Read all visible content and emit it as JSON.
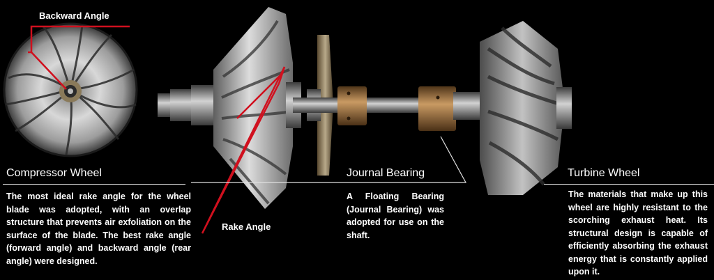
{
  "colors": {
    "background": "#000000",
    "callout_red": "#d0101e",
    "text": "#ffffff",
    "metal_light": "#c9c9c9",
    "metal_dark": "#4a4a4a",
    "bronze": "#9a6a3a"
  },
  "callouts": {
    "backward_angle": "Backward Angle",
    "rake_angle": "Rake Angle"
  },
  "sections": {
    "compressor": {
      "title": "Compressor Wheel",
      "body": "The most ideal rake angle for the wheel blade was adopted, with an overlap structure that prevents air exfoliation on the surface of the blade.  The best rake angle (forward angle) and backward angle (rear angle) were designed."
    },
    "journal": {
      "title": "Journal Bearing",
      "body": "A Floating Bearing (Journal Bearing) was adopted for use on the shaft."
    },
    "turbine": {
      "title": "Turbine Wheel",
      "body": "The materials that make up this wheel are highly resistant to the scorching exhaust heat. Its structural design is capable of efficiently absorbing the exhaust energy that is constantly applied upon it."
    }
  }
}
